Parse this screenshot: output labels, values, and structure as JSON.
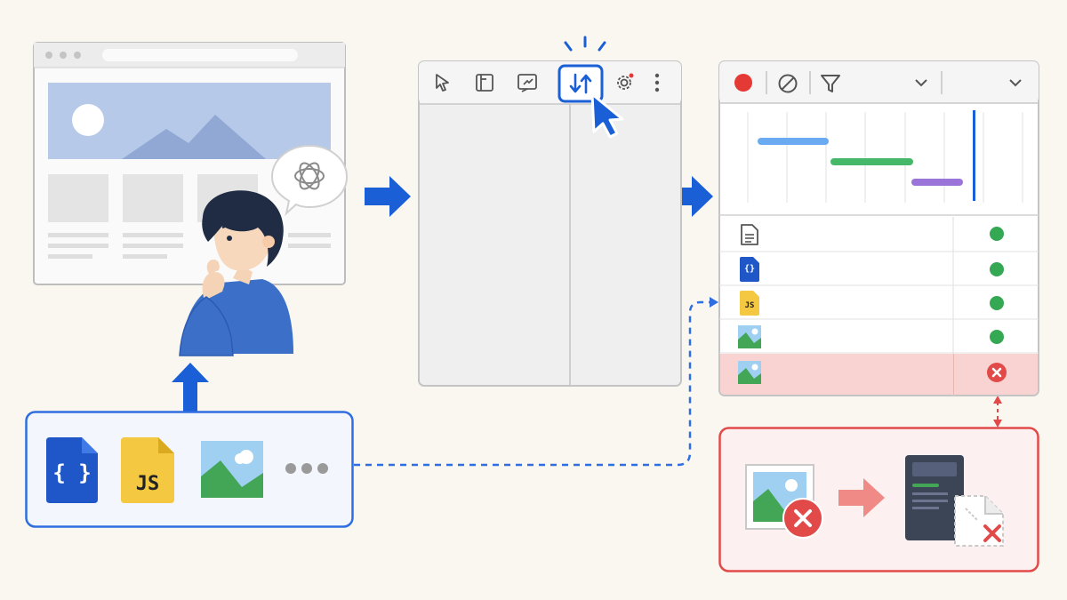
{
  "colors": {
    "background": "#faf7f1",
    "accent_blue": "#1a5fd6",
    "dark_blue_file": "#1f57c9",
    "js_yellow": "#f5c842",
    "error_red": "#e24a4a",
    "error_row": "#f9d3d1",
    "ok_green": "#34a853",
    "bar_blue": "#6aaaf0",
    "bar_green": "#46b86a",
    "bar_purple": "#9b74d9",
    "record_red": "#e53935"
  },
  "devtools_toolbar": {
    "icons": [
      "cursor-icon",
      "panel-icon",
      "device-toggle-icon",
      "network-sort-icon",
      "settings-icon",
      "more-vert-icon"
    ],
    "active_icon": "network-sort-icon"
  },
  "network_toolbar": {
    "icons": [
      "record-icon",
      "clear-icon",
      "filter-icon",
      "chevron-down-icon",
      "chevron-down-icon"
    ]
  },
  "network_rows": [
    {
      "icon": "document-icon",
      "status": "ok"
    },
    {
      "icon": "css-file-icon",
      "status": "ok"
    },
    {
      "icon": "js-file-icon",
      "status": "ok"
    },
    {
      "icon": "image-file-icon",
      "status": "ok"
    },
    {
      "icon": "image-file-icon",
      "status": "error"
    }
  ],
  "resource_types": [
    {
      "icon": "css-file-icon",
      "badge": "{ }"
    },
    {
      "icon": "js-file-icon",
      "badge": "JS"
    },
    {
      "icon": "image-file-icon"
    },
    {
      "icon": "more-dots-icon"
    }
  ],
  "labels": {
    "css_badge": "{ }",
    "js_badge": "JS",
    "js_badge_small": "JS",
    "css_badge_small": "{}"
  }
}
